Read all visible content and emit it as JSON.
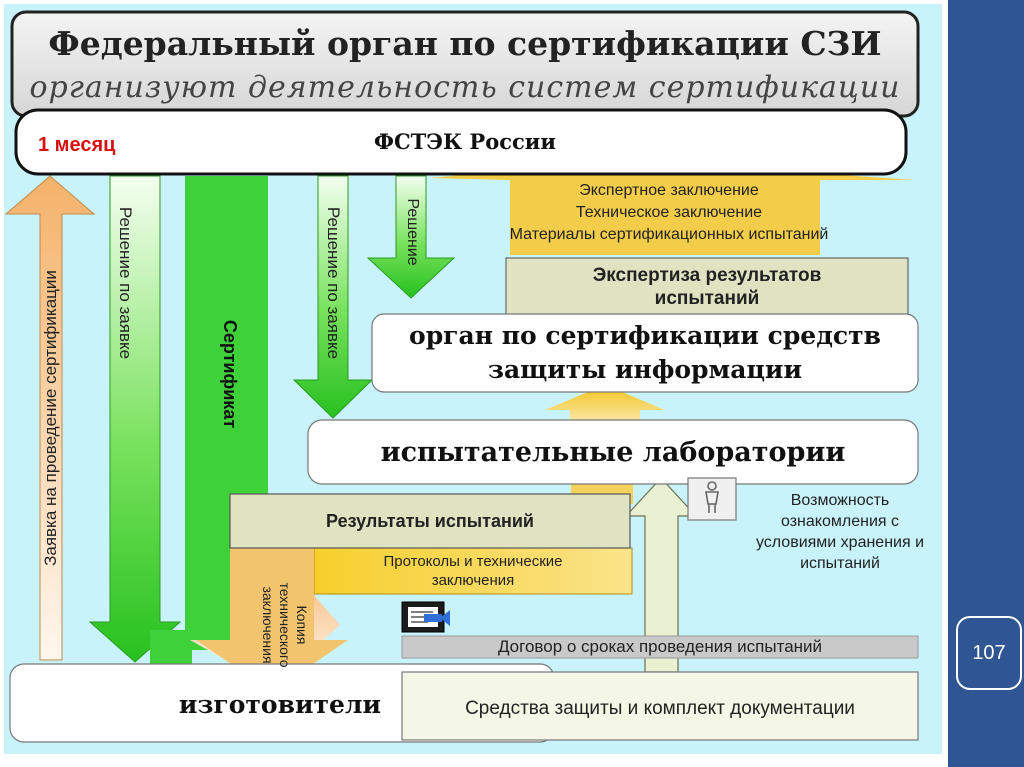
{
  "header": {
    "title": "Федеральный орган по сертификации СЗИ",
    "subtitle": "организуют деятельность систем сертификации"
  },
  "fstek": {
    "name": "ФСТЭК России",
    "term": "1 месяц"
  },
  "arrows": {
    "application": "Заявка на проведение сертификации",
    "decision_on_application_left": "Решение по заявке",
    "certificate": "Сертификат",
    "decision_on_application_mid": "Решение по заявке",
    "decision": "Решение",
    "copy_conclusions": [
      "Копия",
      "технического",
      "заключения"
    ]
  },
  "upward_docs": [
    "Экспертное заключение",
    "Техническое заключение",
    "Материалы сертификационных испытаний"
  ],
  "expertise": [
    "Экспертиза результатов",
    "испытаний"
  ],
  "cert_body": [
    "орган по сертификации средств",
    "защиты информации"
  ],
  "labs": "испытательные лаборатории",
  "possibility": [
    "Возможность",
    "ознакомления с",
    "условиями хранения и",
    "испытаний"
  ],
  "test_results": "Результаты испытаний",
  "protocols": [
    "Протоколы и технические",
    "заключения"
  ],
  "contract": "Договор о сроках проведения испытаний",
  "manufacturers": "изготовители",
  "means": "Средства защиты и комплект документации",
  "page_number": "107",
  "colors": {
    "panel_bg": "#c8f3fb",
    "green": "#33cc33",
    "orange": "#f4b26a",
    "yellow": "#f2c21a",
    "khaki": "#dfe3c2",
    "term_red": "#d81010"
  }
}
